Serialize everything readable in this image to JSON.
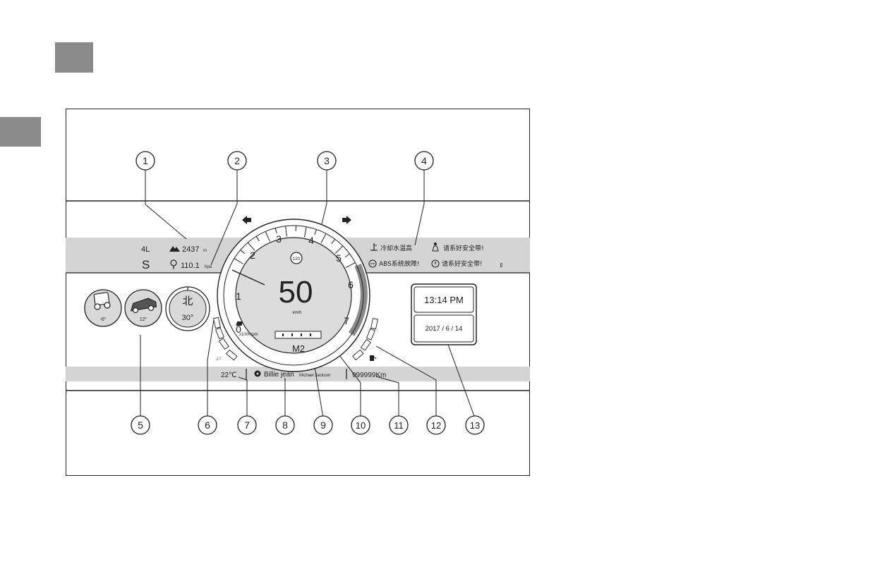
{
  "callouts": [
    "1",
    "2",
    "3",
    "4",
    "5",
    "6",
    "7",
    "8",
    "9",
    "10",
    "11",
    "12",
    "13"
  ],
  "status_bar": {
    "drive_mode": "4L",
    "gear_mode": "S",
    "altitude": "2437",
    "altitude_unit": "m",
    "pressure": "110.1",
    "pressure_unit": "hpa"
  },
  "warnings": {
    "coolant": "冷却水温高",
    "seatbelt_1": "请系好安全带!",
    "abs": "ABS系统故障!",
    "seatbelt_2": "请系好安全带!"
  },
  "gauge": {
    "speed": "50",
    "speed_unit": "km/h",
    "speed_limit": "120",
    "rpm_unit": "x1000rpm",
    "scale": [
      "0",
      "1",
      "2",
      "3",
      "4",
      "5",
      "6",
      "7"
    ],
    "gear": "M2"
  },
  "attitude": {
    "pitch": "-6°",
    "roll": "12°",
    "compass_dir": "北",
    "compass_deg": "30°"
  },
  "clock": {
    "time": "13:14  PM",
    "date": "2017 / 6 / 14"
  },
  "bottom_bar": {
    "outside_temp": "22℃",
    "song": "Billie jean",
    "artist": "Michael Jackson",
    "odometer": "999999Km"
  }
}
